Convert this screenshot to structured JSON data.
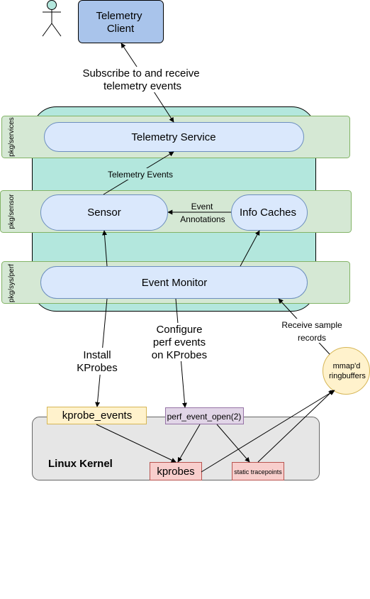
{
  "actor": {
    "icon": "stick-figure-person-icon"
  },
  "nodes": {
    "telemetry_client": {
      "line1": "Telemetry",
      "line2": "Client"
    },
    "telemetry_service": "Telemetry Service",
    "sensor": "Sensor",
    "info_caches": "Info Caches",
    "event_monitor": "Event Monitor",
    "kprobe_events": "kprobe_events",
    "perf_event_open": "perf_event_open(2)",
    "kprobes": "kprobes",
    "static_tracepoints": "static tracepoints",
    "ringbuffers": {
      "line1": "mmap'd",
      "line2": "ringbuffers"
    },
    "linux_kernel": "Linux Kernel"
  },
  "lanes": {
    "services": "pkg/services",
    "sensor": "pkg/sensor",
    "perf": "pkg/sys/perf"
  },
  "edge_labels": {
    "subscribe": {
      "line1": "Subscribe to and receive",
      "line2": "telemetry events"
    },
    "telemetry_events": "Telemetry Events",
    "event_annotations": {
      "line1": "Event",
      "line2": "Annotations"
    },
    "configure": {
      "line1": "Configure",
      "line2": "perf events",
      "line3": "on KProbes"
    },
    "install": {
      "line1": "Install",
      "line2": "KProbes"
    },
    "receive": {
      "line1": "Receive sample",
      "line2": "records"
    }
  },
  "colors": {
    "client_fill": "#a9c4eb",
    "container_fill": "#b3e7dd",
    "lane_fill": "#d5e8d4",
    "lane_stroke": "#82b366",
    "component_fill": "#dae8fc",
    "component_stroke": "#6c8ebf",
    "kprobe_events_fill": "#fff2cc",
    "kprobe_events_stroke": "#d6b656",
    "perf_fill": "#e1d5e7",
    "perf_stroke": "#9673a6",
    "kernel_fill": "#e6e6e6",
    "kernel_stroke": "#666666",
    "red_fill": "#f8cecc",
    "red_stroke": "#b85450",
    "ring_fill": "#fff2cc",
    "ring_stroke": "#d6b656"
  }
}
